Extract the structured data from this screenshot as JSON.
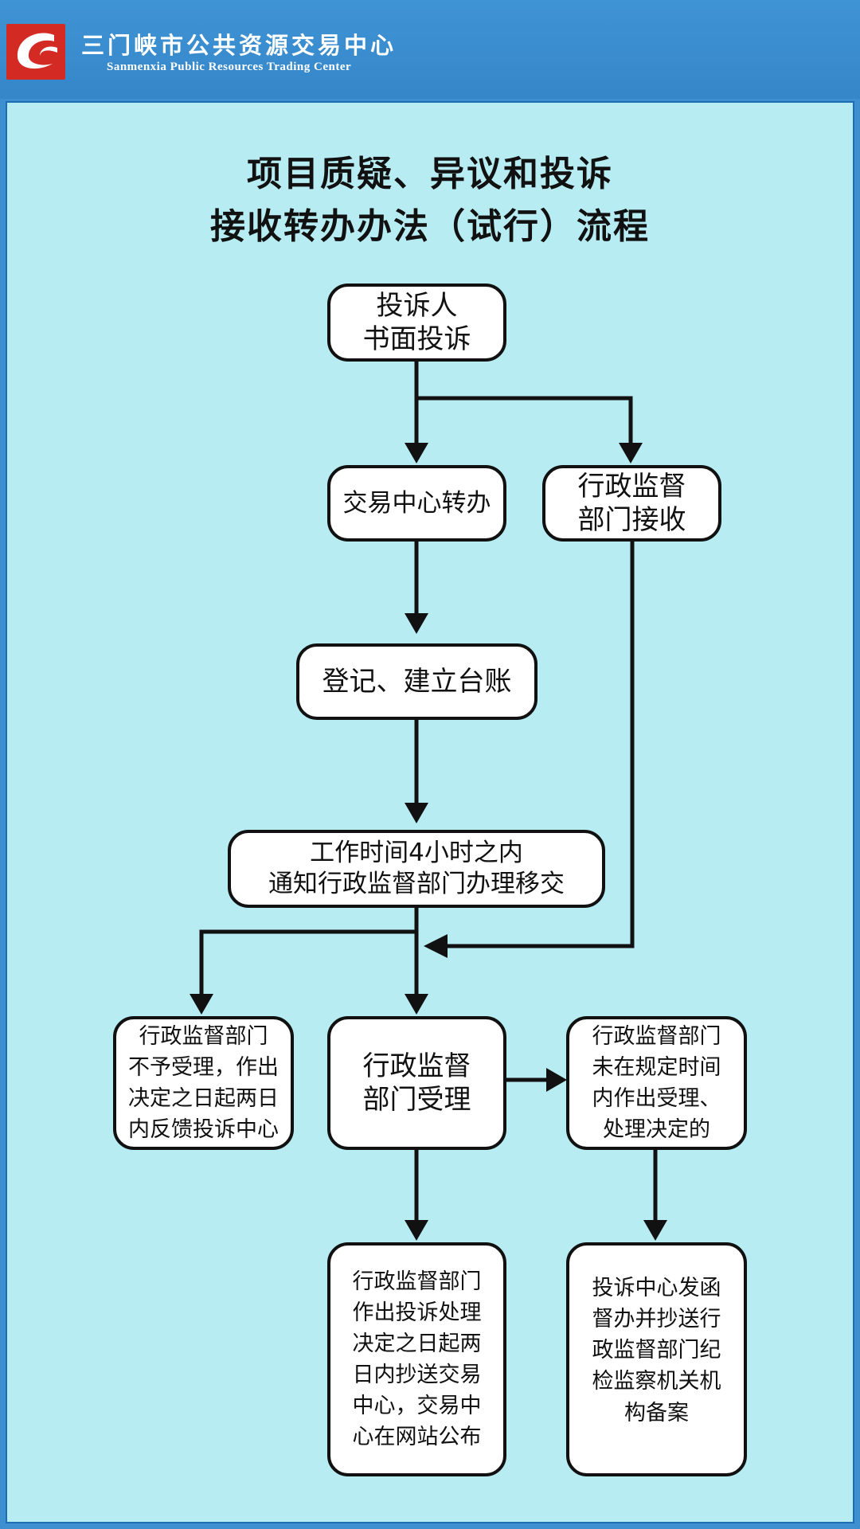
{
  "header": {
    "org_name": "三门峡市公共资源交易中心",
    "org_name_en": "Sanmenxia Public Resources Trading Center",
    "brand_color": "#3586c8",
    "logo_color": "#d42a24"
  },
  "title": {
    "line1": "项目质疑、异议和投诉",
    "line2": "接收转办办法（试行）流程"
  },
  "nodes": {
    "complaint": "投诉人\n书面投诉",
    "center_transfer": "交易中心转办",
    "admin_receive": "行政监督\n部门接收",
    "register": "登记、建立台账",
    "notify": "工作时间4小时之内\n通知行政监督部门办理移交",
    "not_accepted": "行政监督部门\n不予受理，作出\n决定之日起两日\n内反馈投诉中心",
    "accepted": "行政监督\n部门受理",
    "overdue": "行政监督部门\n未在规定时间\n内作出受理、\n处理决定的",
    "decision": "行政监督部门\n作出投诉处理\n决定之日起两\n日内抄送交易\n中心，交易中\n心在网站公布",
    "supervise": "投诉中心发函\n督办并抄送行\n政监督部门纪\n检监察机关机\n构备案"
  },
  "colors": {
    "panel_bg": "#b7ecf3",
    "box_bg": "#ffffff",
    "line": "#111111"
  }
}
